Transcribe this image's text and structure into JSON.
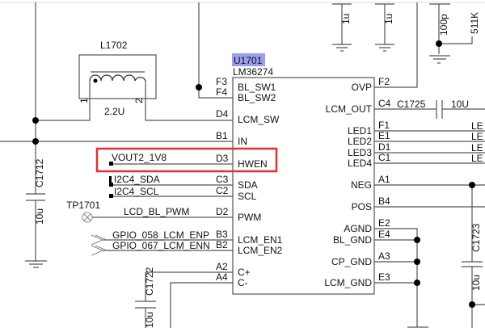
{
  "chip": {
    "ref": "U1701",
    "part": "LM36274",
    "highlight_color": "#9a9cf0",
    "left_pins": [
      {
        "num": "F3",
        "name": "BL_SW1"
      },
      {
        "num": "F4",
        "name": "BL_SW2"
      },
      {
        "num": "D4",
        "name": "LCM_SW"
      },
      {
        "num": "B1",
        "name": "IN"
      },
      {
        "num": "D3",
        "name": "HWEN"
      },
      {
        "num": "C3",
        "name": "SDA"
      },
      {
        "num": "C2",
        "name": "SCL"
      },
      {
        "num": "D2",
        "name": "PWM"
      },
      {
        "num": "B3",
        "name": "LCM_EN1"
      },
      {
        "num": "B2",
        "name": "LCM_EN2"
      },
      {
        "num": "A2",
        "name": "C+"
      },
      {
        "num": "A4",
        "name": "C-"
      }
    ],
    "right_pins": [
      {
        "num": "F2",
        "name": "OVP"
      },
      {
        "num": "C4",
        "name": "LCM_OUT"
      },
      {
        "num": "F1",
        "name": "LED1"
      },
      {
        "num": "E1",
        "name": "LED2"
      },
      {
        "num": "D1",
        "name": "LED3"
      },
      {
        "num": "C1",
        "name": "LED4"
      },
      {
        "num": "A1",
        "name": "NEG"
      },
      {
        "num": "B4",
        "name": "POS"
      },
      {
        "num": "E2",
        "name": "AGND"
      },
      {
        "num": "E4",
        "name": "BL_GND"
      },
      {
        "num": "A3",
        "name": "CP_GND"
      },
      {
        "num": "E3",
        "name": "LCM_GND"
      }
    ]
  },
  "inductor": {
    "ref": "L1702",
    "value": "2.2U",
    "pin1": "1",
    "pin2": "2"
  },
  "nets": {
    "hwen": "VOUT2_1V8",
    "sda": "I2C4_SDA",
    "scl": "I2C4_SCL",
    "pwm": "LCD_BL_PWM",
    "en1": "GPIO_058_LCM_ENP",
    "en2": "GPIO_067_LCM_ENN",
    "led_truncated": [
      "LE",
      "LE",
      "LE",
      "LE"
    ]
  },
  "testpoint": {
    "ref": "TP1701"
  },
  "caps": {
    "c1712": {
      "ref": "C1712",
      "value": "10u"
    },
    "c1725": {
      "ref": "C1725",
      "value": "10U"
    },
    "c1722": {
      "ref": "C1722",
      "value": "10u"
    },
    "c1723": {
      "ref": "C1723",
      "value": "10u"
    },
    "top1": {
      "value": "1u"
    },
    "top2": {
      "value": "1u"
    },
    "top3": {
      "value": "100p"
    }
  },
  "resistor": {
    "value": "511K"
  },
  "highlight_box_color": "#e03030"
}
